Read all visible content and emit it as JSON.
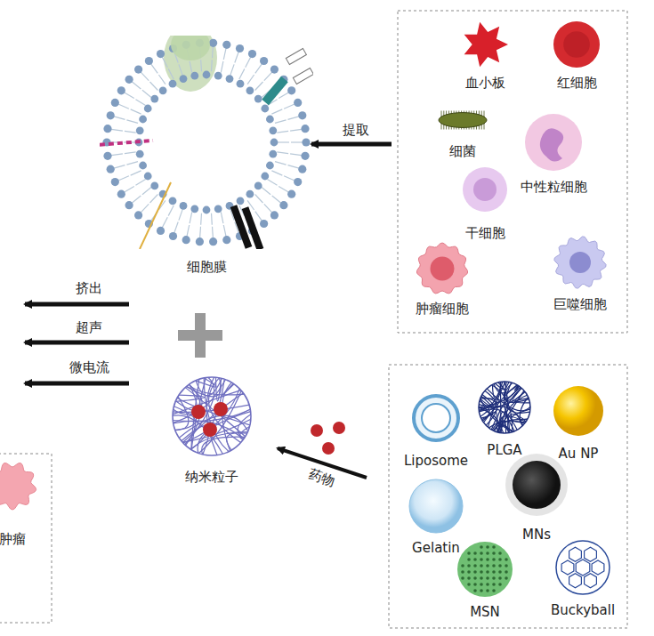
{
  "diagram": {
    "nodes": [
      {
        "text": [
          "细胞膜"
        ]
      },
      {
        "text": [
          "血小板"
        ]
      },
      {
        "text": [
          "红细胞"
        ]
      },
      {
        "text": [
          "细菌"
        ]
      },
      {
        "text": [
          "中性粒细胞"
        ]
      },
      {
        "text": [
          "干细胞"
        ]
      },
      {
        "text": [
          "肿瘤细胞"
        ]
      },
      {
        "text": [
          "巨噬细胞"
        ]
      },
      {
        "text": [
          "纳米粒子"
        ]
      },
      {
        "text": [
          "Au NP"
        ]
      },
      {
        "text": [
          "PLGA"
        ]
      },
      {
        "text": [
          "Liposome"
        ]
      },
      {
        "text": [
          "MNs"
        ]
      },
      {
        "text": [
          "Gelatin"
        ]
      },
      {
        "text": [
          "Buckyball"
        ]
      },
      {
        "text": [
          "MSN"
        ]
      },
      {
        "text": [
          "肿瘤"
        ]
      }
    ],
    "labels": [
      "提取",
      "挤出",
      "超声",
      "微电流",
      "药物"
    ]
  }
}
